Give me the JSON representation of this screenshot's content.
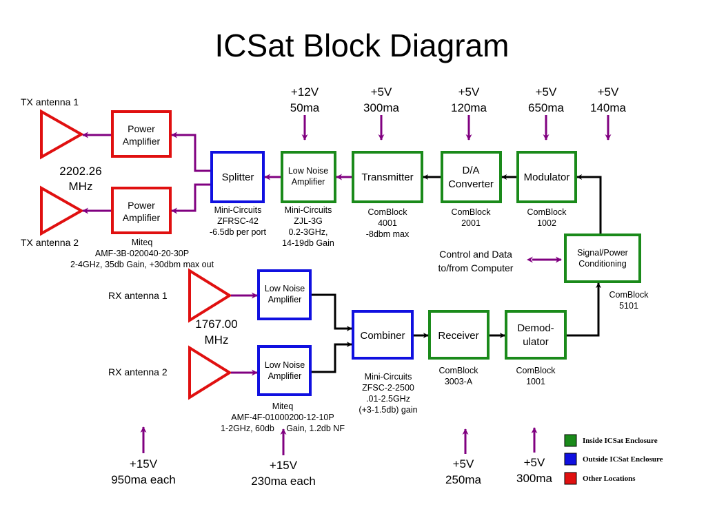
{
  "title": "ICSat Block Diagram",
  "colors": {
    "inside": "#1a8a1a",
    "outside": "#1010e0",
    "other": "#e01010",
    "power_arrow": "#800080",
    "signal": "#000000"
  },
  "tx": {
    "antenna1": "TX antenna 1",
    "antenna2": "TX antenna 2",
    "frequency": [
      "2202.26",
      "MHz"
    ],
    "pa1": [
      "Power",
      "Amplifier"
    ],
    "pa2": [
      "Power",
      "Amplifier"
    ],
    "splitter": "Splitter",
    "lna": [
      "Low Noise",
      "Amplifier"
    ],
    "transmitter": "Transmitter",
    "dac": [
      "D/A",
      "Converter"
    ],
    "modulator": "Modulator",
    "pa_note": [
      "Miteq",
      "AMF-3B-020040-20-30P",
      "2-4GHz, 35db Gain, +30dbm max out"
    ],
    "splitter_note": [
      "Mini-Circuits",
      "ZFRSC-42",
      "-6.5db per port"
    ],
    "lna_note": [
      "Mini-Circuits",
      "ZJL-3G",
      "0.2-3GHz,",
      "14-19db Gain"
    ],
    "transmitter_note": [
      "ComBlock",
      "4001",
      "-8dbm max"
    ],
    "dac_note": [
      "ComBlock",
      "2001"
    ],
    "modulator_note": [
      "ComBlock",
      "1002"
    ]
  },
  "power_top": [
    [
      "+12V",
      "50ma"
    ],
    [
      "+5V",
      "300ma"
    ],
    [
      "+5V",
      "120ma"
    ],
    [
      "+5V",
      "650ma"
    ],
    [
      "+5V",
      "140ma"
    ]
  ],
  "conditioning": {
    "label": [
      "Signal/Power",
      "Conditioning"
    ],
    "note": [
      "ComBlock",
      "5101"
    ],
    "control": [
      "Control and Data",
      "to/from Computer"
    ]
  },
  "rx": {
    "antenna1": "RX antenna 1",
    "antenna2": "RX antenna 2",
    "frequency": [
      "1767.00",
      "MHz"
    ],
    "lna1": [
      "Low Noise",
      "Amplifier"
    ],
    "lna2": [
      "Low Noise",
      "Amplifier"
    ],
    "combiner": "Combiner",
    "receiver": "Receiver",
    "demod": [
      "Demod-",
      "ulator"
    ],
    "combiner_note": [
      "Mini-Circuits",
      "ZFSC-2-2500",
      ".01-2.5GHz",
      "(+3-1.5db) gain"
    ],
    "receiver_note": [
      "ComBlock",
      "3003-A"
    ],
    "demod_note": [
      "ComBlock",
      "1001"
    ],
    "lna_note": [
      "Miteq",
      "AMF-4F-01000200-12-10P",
      "1-2GHz, 60db     Gain, 1.2db NF"
    ]
  },
  "power_bottom": [
    [
      "+15V",
      "950ma each"
    ],
    [
      "+15V",
      "230ma each"
    ],
    [
      "+5V",
      "250ma"
    ],
    [
      "+5V",
      "300ma"
    ]
  ],
  "legend": [
    {
      "label": "Inside ICSat Enclosure",
      "color": "#1a8a1a"
    },
    {
      "label": "Outside ICSat Enclosure",
      "color": "#1010e0"
    },
    {
      "label": "Other Locations",
      "color": "#e01010"
    }
  ]
}
